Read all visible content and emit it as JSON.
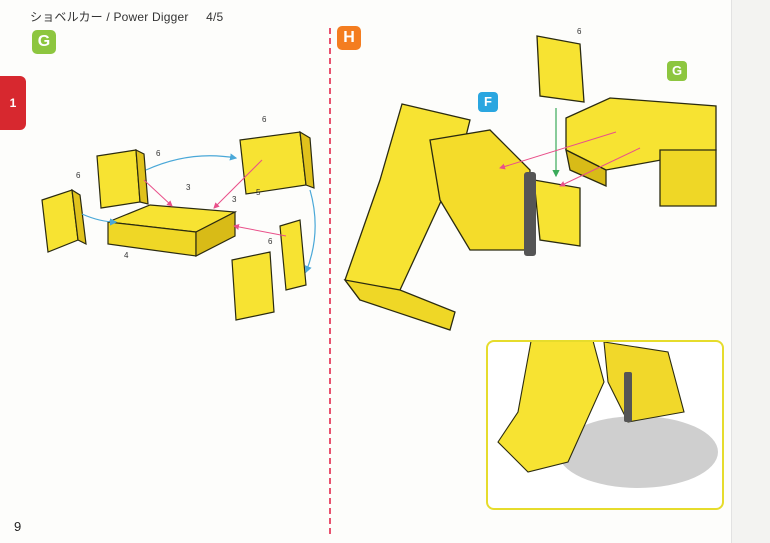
{
  "header": {
    "title": "ショベルカー / Power Digger",
    "page_progress": "4/5"
  },
  "tab_label": "1",
  "page_number": "9",
  "steps": {
    "left": {
      "label": "G",
      "color": "#8dc63f"
    },
    "right": {
      "label": "H",
      "color": "#f47d20"
    }
  },
  "callouts": {
    "f": {
      "label": "F",
      "color": "#2aa6e0"
    },
    "g": {
      "label": "G",
      "color": "#8dc63f"
    }
  },
  "part_labels": {
    "l1": "6",
    "l2": "6",
    "l3": "6",
    "l4": "3",
    "l5": "3",
    "l6": "5",
    "l7": "4",
    "l8": "6",
    "r1": "6"
  },
  "colors": {
    "block": "#f7e332",
    "block_edge": "#2b2b10",
    "arrow_blue": "#4aa8d8",
    "arrow_pink": "#e9508a",
    "arrow_green": "#3aaa5a",
    "axle": "#555555"
  }
}
